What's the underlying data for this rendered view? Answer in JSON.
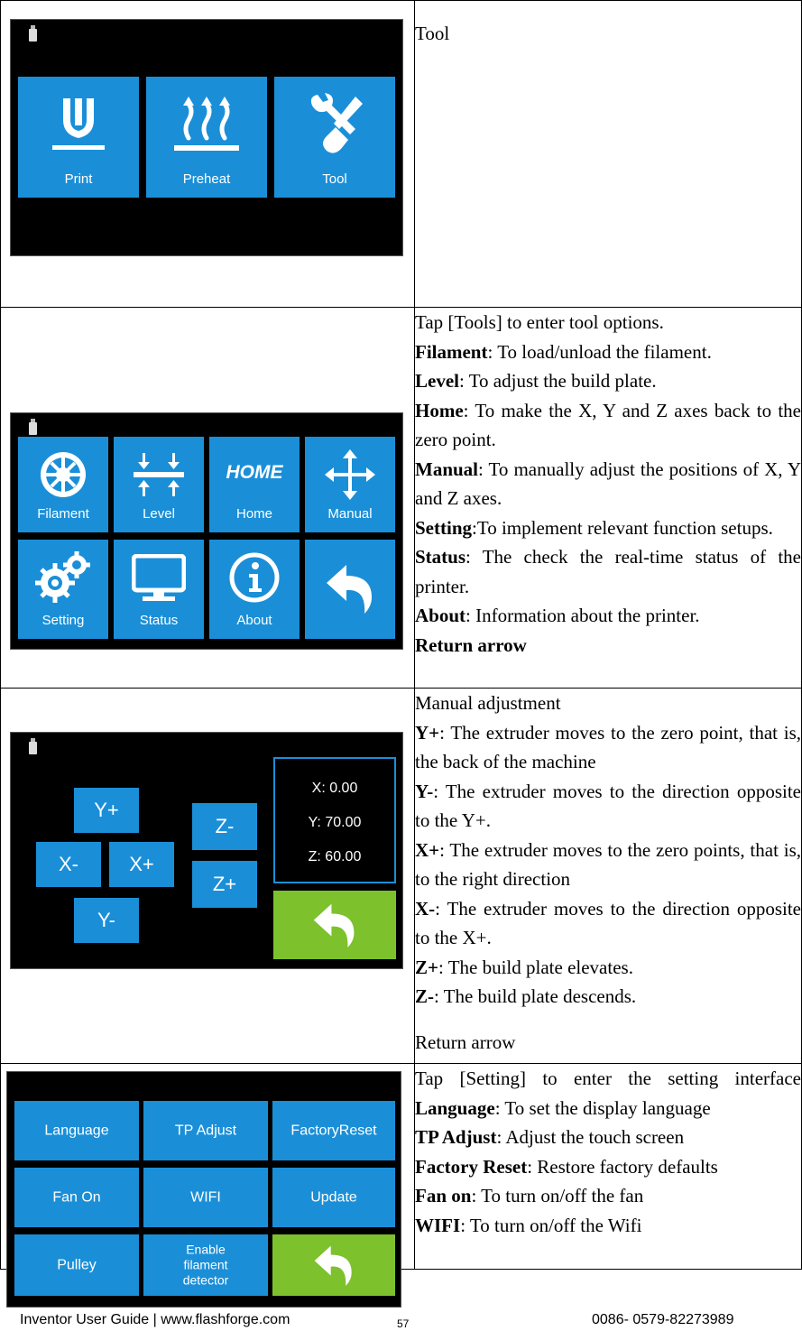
{
  "rows": [
    {
      "screen": {
        "tiles": [
          {
            "label": "Print",
            "icon": "print-nozzle-icon"
          },
          {
            "label": "Preheat",
            "icon": "heat-waves-icon"
          },
          {
            "label": "Tool",
            "icon": "wrench-screwdriver-icon"
          }
        ]
      },
      "text": {
        "title": "Tool"
      }
    },
    {
      "screen": {
        "tiles": [
          {
            "label": "Filament",
            "icon": "filament-spool-icon"
          },
          {
            "label": "Level",
            "icon": "level-arrows-icon"
          },
          {
            "label": "Home",
            "icon": "home-text-icon",
            "icon_text": "HOME"
          },
          {
            "label": "Manual",
            "icon": "move-arrows-icon"
          },
          {
            "label": "Setting",
            "icon": "gears-icon"
          },
          {
            "label": "Status",
            "icon": "monitor-icon"
          },
          {
            "label": "About",
            "icon": "info-icon"
          },
          {
            "label": "",
            "icon": "return-arrow-icon"
          }
        ]
      },
      "text": {
        "intro": "Tap [Tools] to enter tool options.",
        "items": [
          {
            "term": "Filament",
            "desc": ": To load/unload the filament."
          },
          {
            "term": "Level",
            "desc": ": To adjust the build plate."
          },
          {
            "term": "Home",
            "desc": ": To make the X, Y and Z axes back to the zero point."
          },
          {
            "term": "Manual",
            "desc": ": To manually adjust the positions of X, Y and Z axes."
          },
          {
            "term": "Setting",
            "desc": ":To implement relevant function setups."
          },
          {
            "term": "Status",
            "desc": ": The check the real-time status of the printer."
          },
          {
            "term": "About",
            "desc": ": Information about the printer."
          },
          {
            "term": "Return arrow",
            "desc": ""
          }
        ]
      }
    },
    {
      "screen": {
        "buttons": {
          "y_plus": "Y+",
          "x_minus": "X-",
          "x_plus": "X+",
          "y_minus": "Y-",
          "z_minus": "Z-",
          "z_plus": "Z+"
        },
        "coords": {
          "x": "X: 0.00",
          "y": "Y: 70.00",
          "z": "Z: 60.00"
        }
      },
      "text": {
        "intro": "Manual adjustment",
        "items": [
          {
            "term": "Y+",
            "desc": ": The extruder moves to the zero point, that is, the back of the machine"
          },
          {
            "term": "Y-",
            "desc": ": The extruder moves to the direction opposite to the Y+."
          },
          {
            "term": "X+",
            "desc": ": The extruder moves to the zero points, that is, to the right direction"
          },
          {
            "term": "X-",
            "desc": ": The extruder moves to the direction opposite to the X+."
          },
          {
            "term": "Z+",
            "desc": ": The build plate elevates."
          },
          {
            "term": "Z-",
            "desc": ": The build plate descends."
          }
        ],
        "outro": "Return arrow"
      }
    },
    {
      "screen": {
        "tiles": [
          {
            "label": "Language"
          },
          {
            "label": "TP Adjust"
          },
          {
            "label": "FactoryReset"
          },
          {
            "label": "Fan On"
          },
          {
            "label": "WIFI"
          },
          {
            "label": "Update"
          },
          {
            "label": "Pulley"
          },
          {
            "label": "Enable filament detector"
          },
          {
            "label": "",
            "icon": "return-arrow-icon"
          }
        ]
      },
      "text": {
        "intro": "Tap [Setting] to enter the setting interface",
        "items": [
          {
            "term": "Language",
            "desc": ": To set the display language"
          },
          {
            "term": "TP Adjust",
            "desc": ": Adjust the touch screen"
          },
          {
            "term": "Factory Reset",
            "desc": ": Restore factory defaults"
          },
          {
            "term": "Fan on",
            "desc": ": To turn on/off the fan"
          },
          {
            "term": "WIFI",
            "desc": ": To turn on/off the Wifi"
          }
        ]
      }
    }
  ],
  "footer": {
    "left": "Inventor User Guide | www.flashforge.com",
    "page": "57",
    "right": "0086- 0579-82273989"
  },
  "colors": {
    "tile_blue": "#1a8fd8",
    "tile_green": "#7dc12d",
    "screen_bg": "#000000"
  }
}
